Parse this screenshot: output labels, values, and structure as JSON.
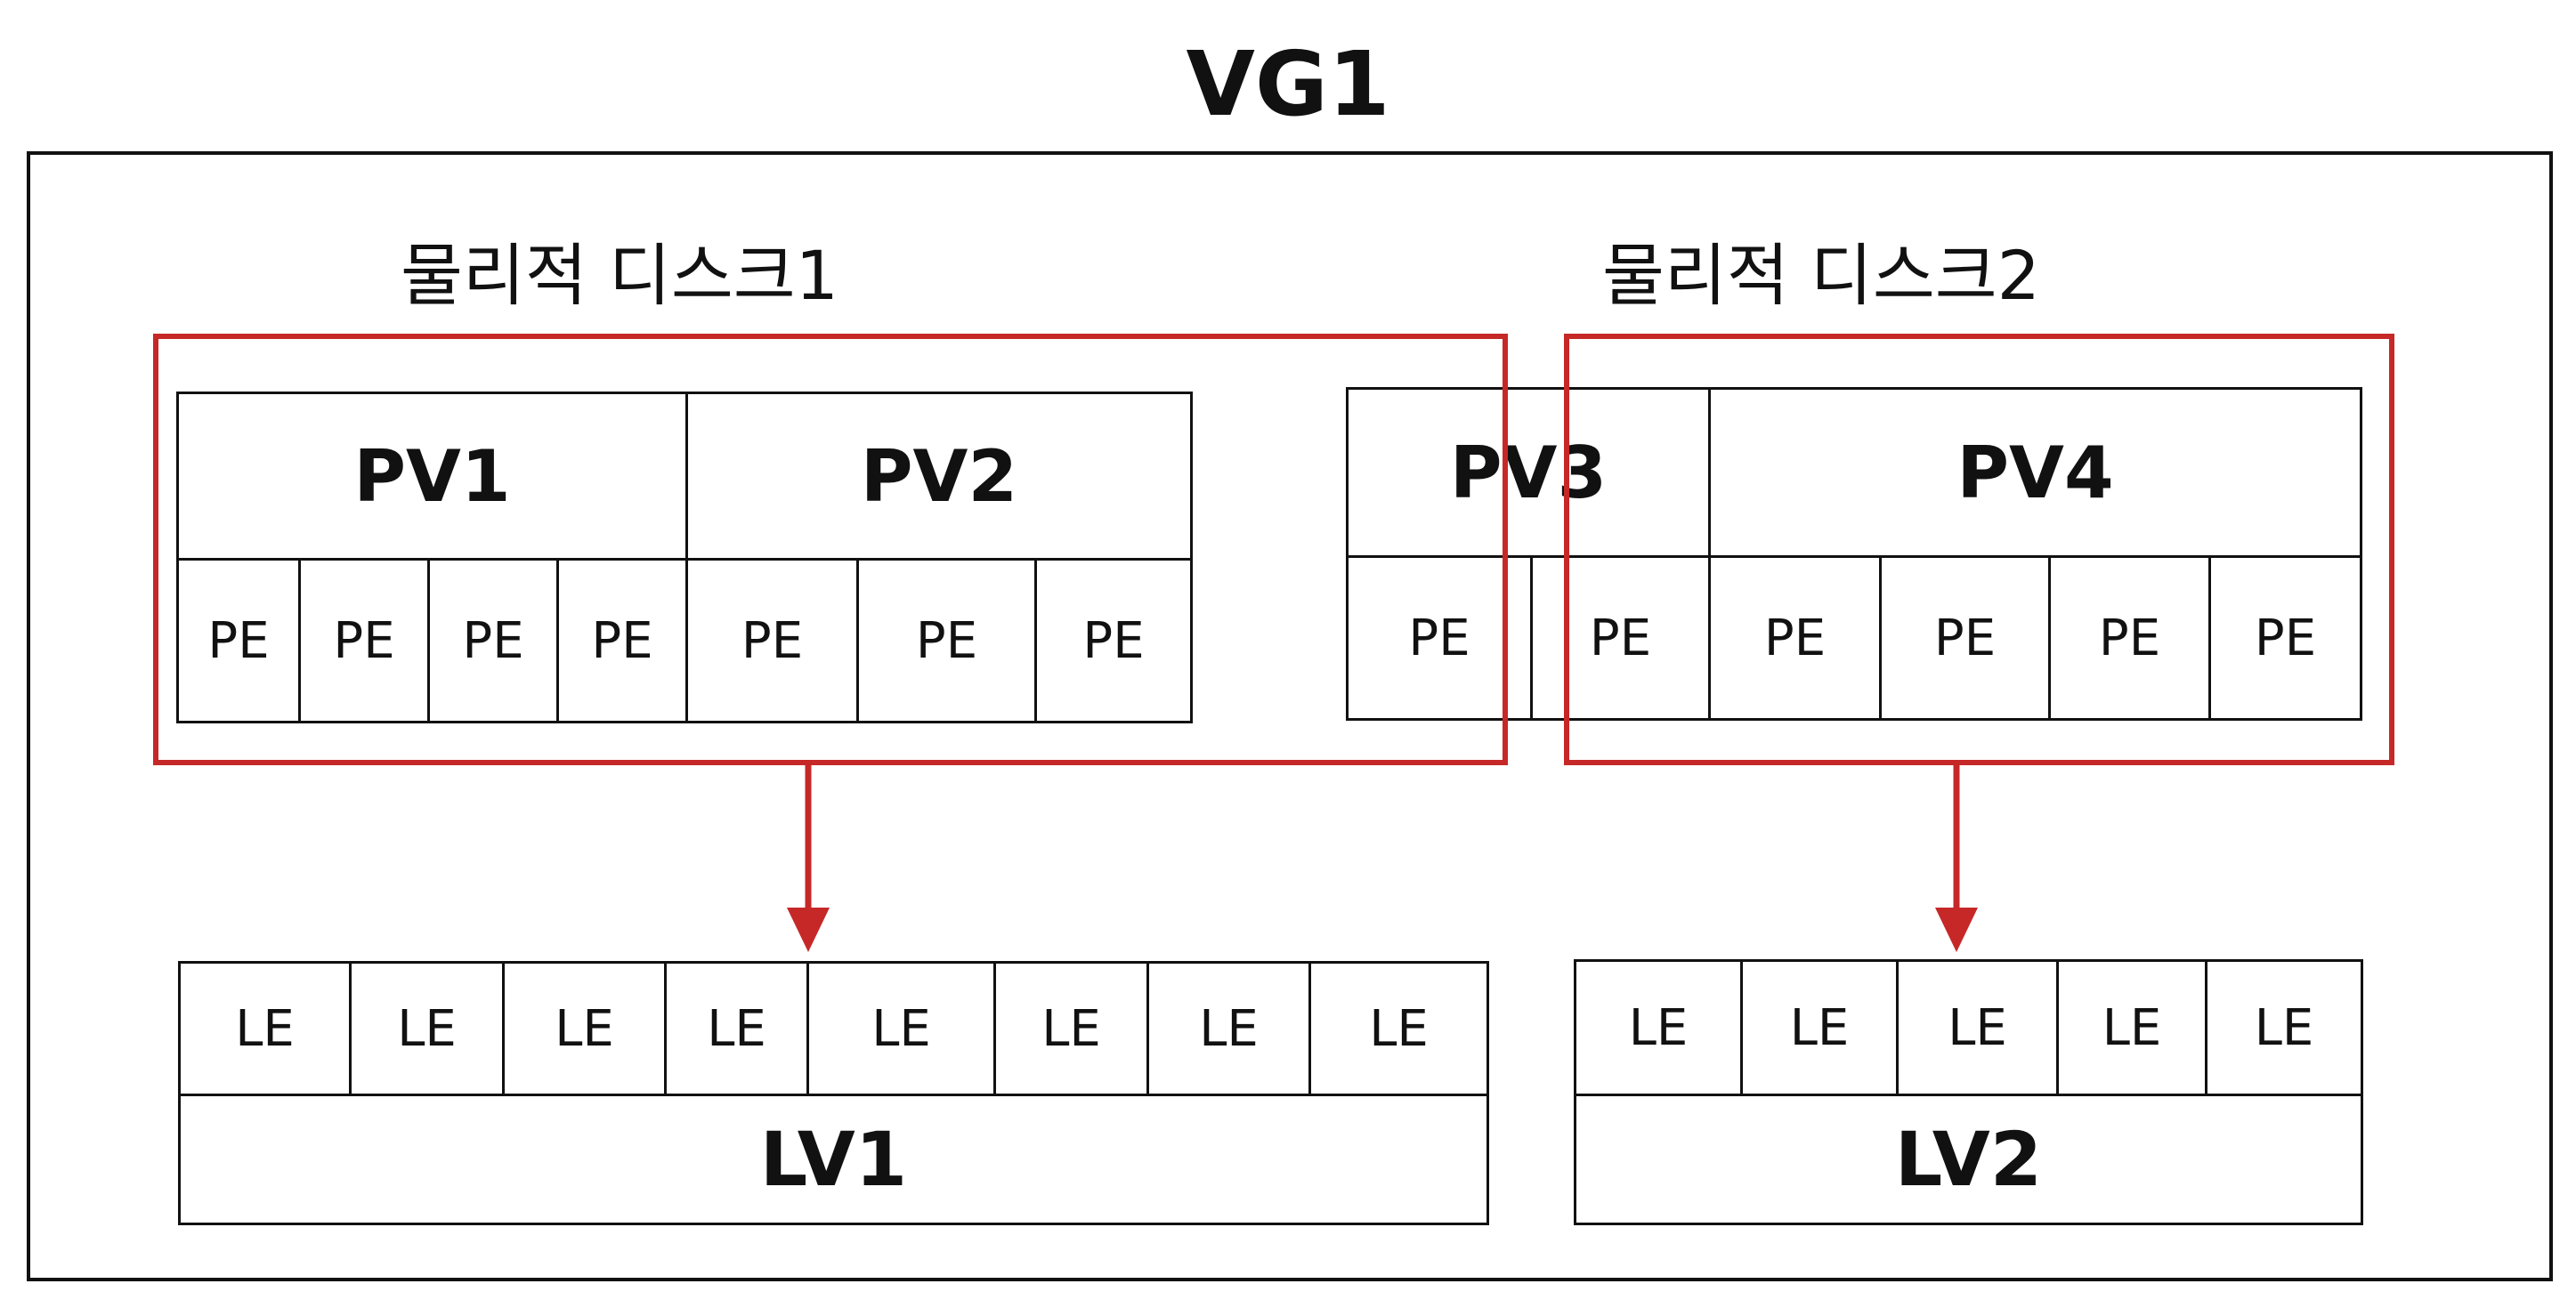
{
  "diagram": {
    "title": "VG1",
    "disks": [
      {
        "label": "물리적 디스크1"
      },
      {
        "label": "물리적 디스크2"
      }
    ],
    "pvs": [
      {
        "label": "PV1",
        "pes": [
          "PE",
          "PE",
          "PE",
          "PE"
        ]
      },
      {
        "label": "PV2",
        "pes": [
          "PE",
          "PE",
          "PE"
        ]
      },
      {
        "label": "PV3",
        "pes": [
          "PE",
          "PE"
        ]
      },
      {
        "label": "PV4",
        "pes": [
          "PE",
          "PE",
          "PE",
          "PE"
        ]
      }
    ],
    "lvs": [
      {
        "label": "LV1",
        "les": [
          "LE",
          "LE",
          "LE",
          "LE",
          "LE",
          "LE",
          "LE",
          "LE"
        ]
      },
      {
        "label": "LV2",
        "les": [
          "LE",
          "LE",
          "LE",
          "LE",
          "LE"
        ]
      }
    ],
    "colors": {
      "line": "#111111",
      "highlight": "#c62828"
    }
  }
}
